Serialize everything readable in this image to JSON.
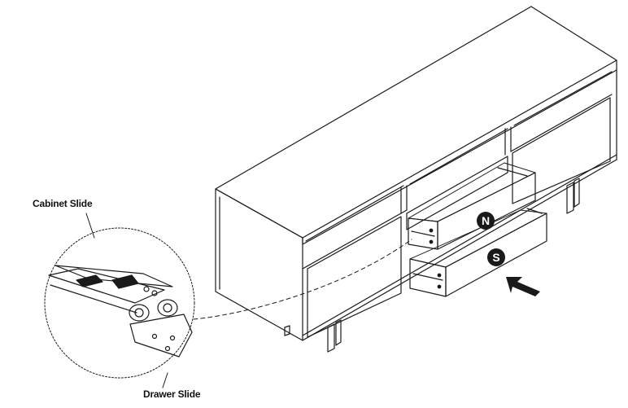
{
  "labels": {
    "cabinet_slide": "Cabinet Slide",
    "drawer_slide": "Drawer Slide"
  },
  "drawer_markers": {
    "upper": "N",
    "lower": "S"
  },
  "colors": {
    "line": "#1a1a1a",
    "marker_fill": "#1a1a1a",
    "marker_text": "#ffffff",
    "background": "#ffffff"
  },
  "icons": {
    "insert_direction": "arrow-icon"
  }
}
